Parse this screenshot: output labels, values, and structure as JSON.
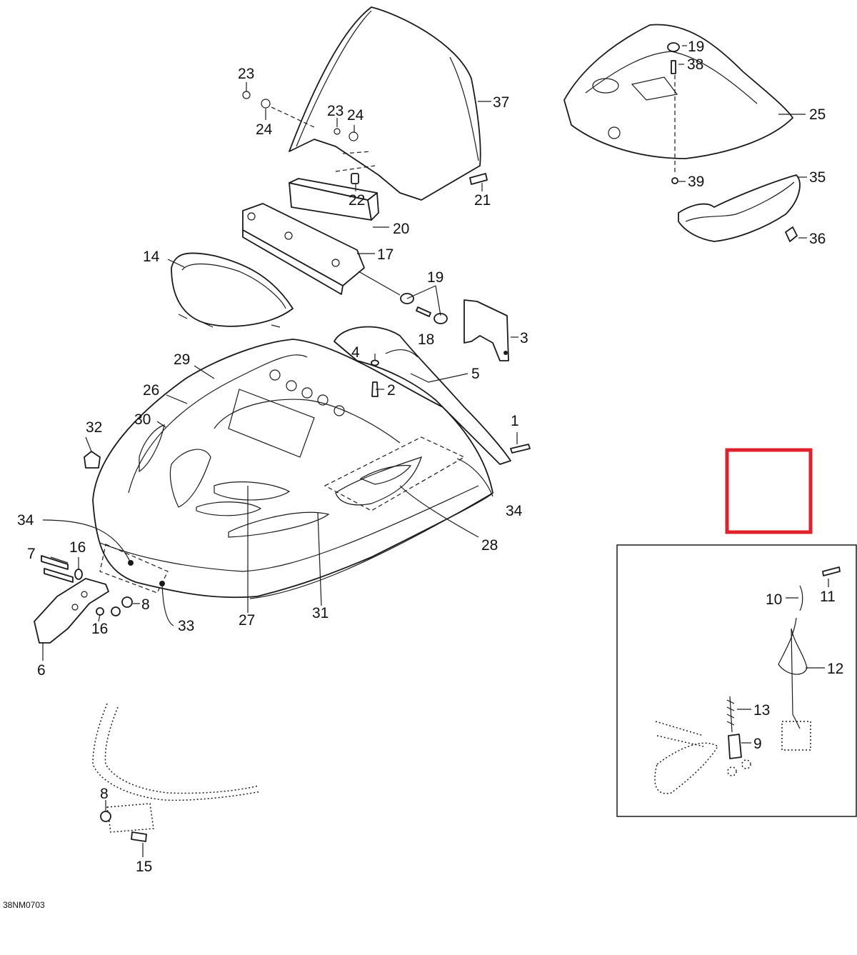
{
  "diagram": {
    "drawing_code": "38NM0703",
    "callouts": [
      "1",
      "2",
      "3",
      "4",
      "5",
      "6",
      "7",
      "8",
      "9",
      "10",
      "11",
      "12",
      "13",
      "14",
      "15",
      "16",
      "17",
      "18",
      "19",
      "20",
      "21",
      "22",
      "23",
      "24",
      "25",
      "26",
      "27",
      "28",
      "29",
      "30",
      "31",
      "32",
      "33",
      "34",
      "35",
      "36",
      "37",
      "38",
      "39"
    ],
    "highlight_color": "#e0202a"
  }
}
